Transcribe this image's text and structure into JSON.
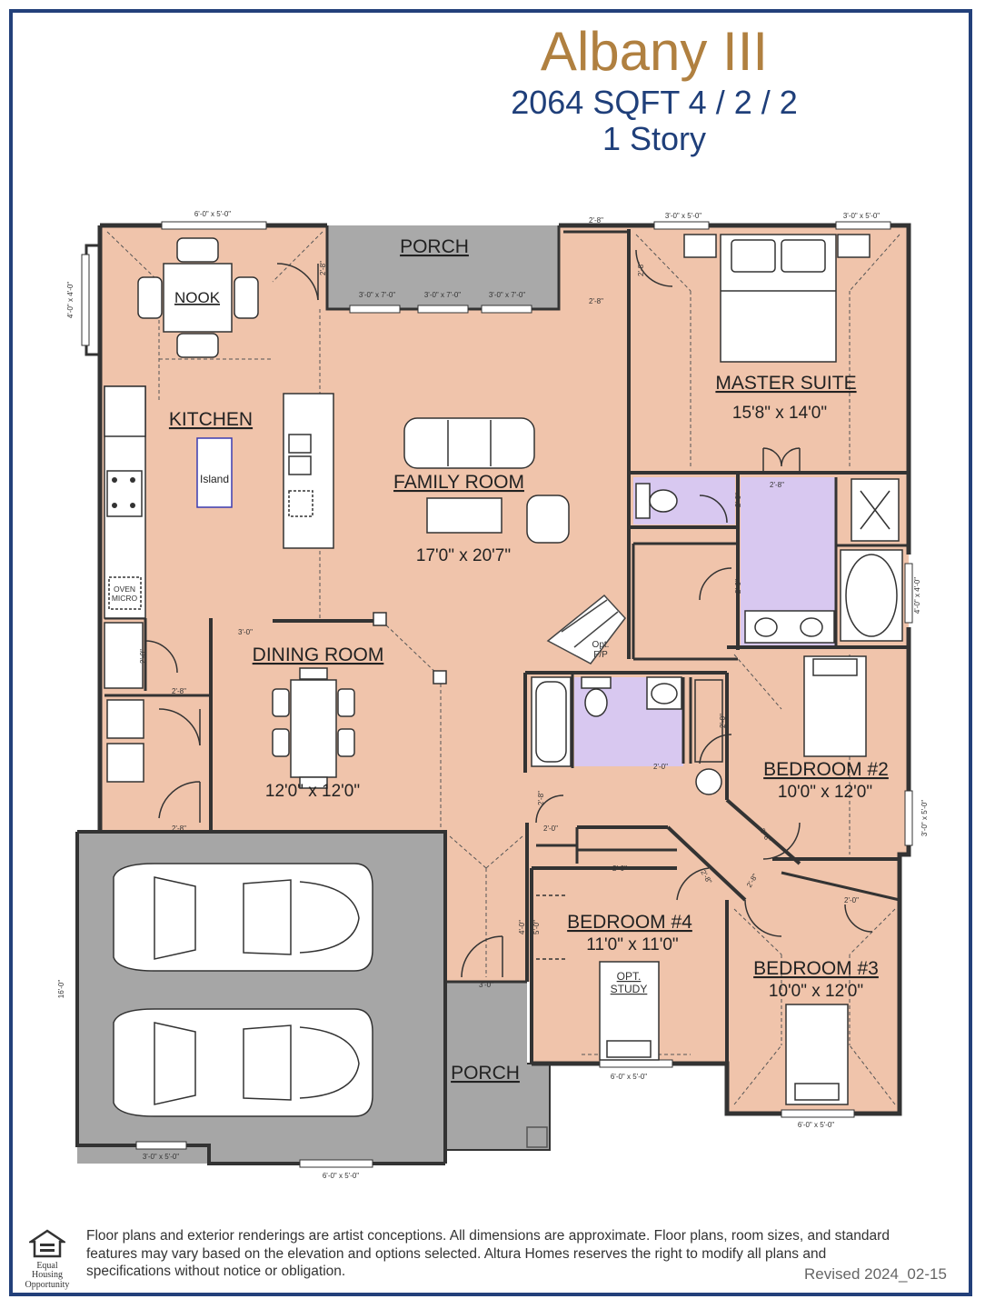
{
  "header": {
    "title": "Albany III",
    "spec": "2064 SQFT 4 / 2 / 2",
    "stories": "1 Story"
  },
  "colors": {
    "frame": "#23407a",
    "title": "#b08040",
    "subtitle": "#1f3f7a",
    "living": "#f0c4ab",
    "bath": "#d8c8f0",
    "porch_garage": "#a6a6a6",
    "wall": "#333333"
  },
  "rooms": {
    "nook": "NOOK",
    "kitchen": "KITCHEN",
    "island": "Island",
    "porch_rear": "PORCH",
    "family_room": "FAMILY ROOM",
    "family_room_size": "17'0\" x 20'7\"",
    "master_suite": "MASTER SUITE",
    "master_suite_size": "15'8\" x 14'0\"",
    "dining_room": "DINING ROOM",
    "dining_room_size": "12'0\" x 12'0\"",
    "opt_fp": [
      "Opt.",
      "F/P"
    ],
    "oven": [
      "OVEN",
      "MICRO"
    ],
    "bedroom2": "BEDROOM #2",
    "bedroom2_size": "10'0\" x 12'0\"",
    "bedroom3": "BEDROOM #3",
    "bedroom3_size": "10'0\" x 12'0\"",
    "bedroom4": "BEDROOM #4",
    "bedroom4_size": "11'0\" x 11'0\"",
    "opt_study": [
      "OPT.",
      "STUDY"
    ],
    "porch_front": "PORCH"
  },
  "window_labels": {
    "w_top_nook": "6'-0\" x 5'-0\"",
    "w_left_nook": "4'-0\" x 4'-0\"",
    "w_porch1": "3'-0\" x 7'-0\"",
    "w_porch2": "3'-0\" x 7'-0\"",
    "w_porch3": "3'-0\" x 7'-0\"",
    "w_master1": "3'-0\" x 5'-0\"",
    "w_master2": "3'-0\" x 5'-0\"",
    "w_bath": "4'-0\" x 4'-0\"",
    "w_bed2": "3'-0\" x 5'-0\"",
    "w_bed3": "6'-0\" x 5'-0\"",
    "w_bed4": "6'-0\" x 5'-0\"",
    "w_garage1": "3'-0\" x 5'-0\"",
    "w_garage2": "6'-0\" x 5'-0\"",
    "garage_depth": "16'-0\""
  },
  "door_labels": {
    "d_nook": "2'-8\"",
    "d_top_hall": "2'-8\"",
    "d_hall2": "2'-8\"",
    "d_hall3": "2'-8\"",
    "d_master_bath": "2'-8\"",
    "d_toilet": "2'-0\"",
    "d_closet_m": "2'-0\"",
    "d_dining": "3'-0\"",
    "d_pantry": "2'-0\"",
    "d_laundry": "2'-8\"",
    "d_garage": "2'-8\"",
    "d_bath2": "2'-0\"",
    "d_closet_b2": "2'-0\"",
    "d_hall_closet": "2'-8\"",
    "d_linen": "2'-0\"",
    "d_bed2": "2'-8\"",
    "d_bed3": "2'-8\"",
    "d_bed4": "2'-8\"",
    "d_closet_b3": "2'-0\"",
    "d_closet_b4": "2'-0\"",
    "d_b4_a": "4'-0\"",
    "d_b4_b": "5'-0\"",
    "d_entry": "3'-0\""
  },
  "footer": {
    "eho": [
      "Equal",
      "Housing",
      "Opportunity"
    ],
    "disclaimer": "Floor plans and exterior renderings are artist conceptions.  All dimensions are approximate.  Floor plans, room sizes, and standard features may vary based on the elevation and options selected.  Altura Homes reserves the right to modify all plans and specifications without notice or obligation.",
    "revised": "Revised 2024_02-15"
  }
}
